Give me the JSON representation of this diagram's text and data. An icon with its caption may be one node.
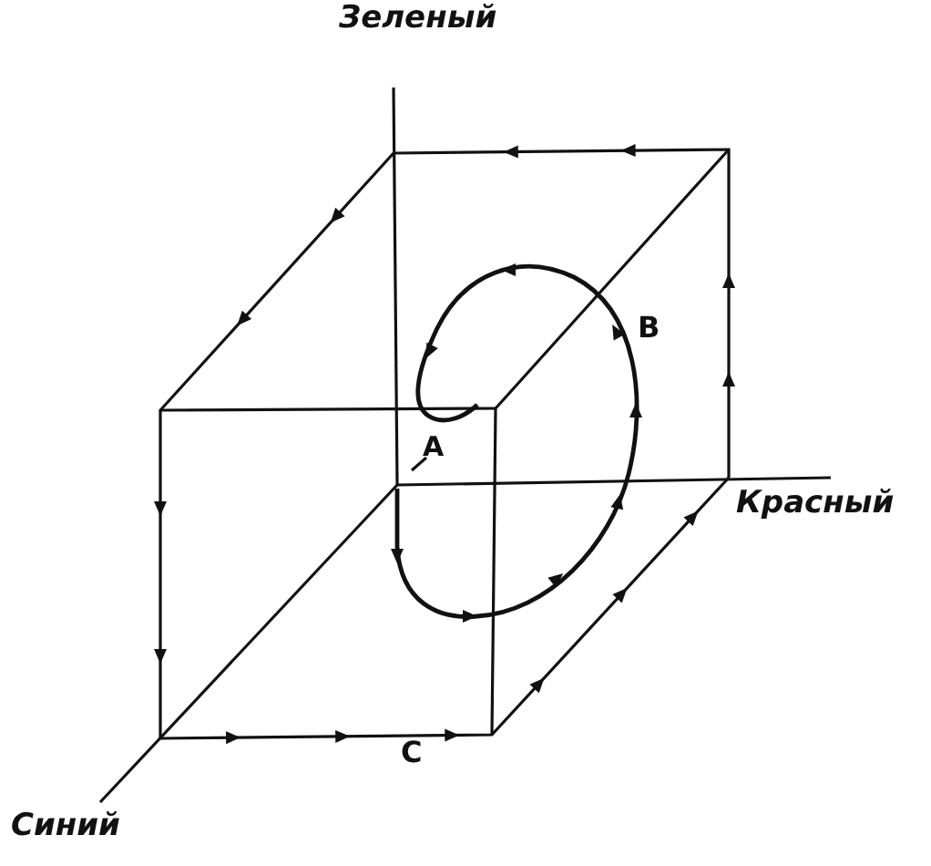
{
  "diagram": {
    "labels": [
      "Зеленый",
      "B",
      "A",
      "Красный",
      "C",
      "Синий"
    ]
  }
}
